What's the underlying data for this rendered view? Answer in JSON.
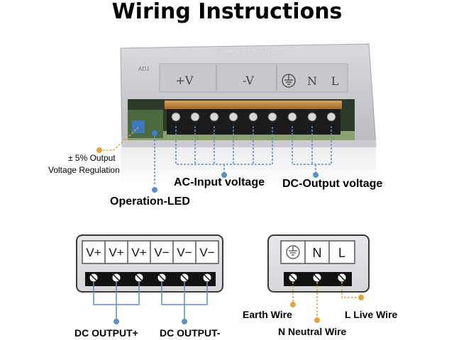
{
  "title": "Wiring Instructions",
  "unit": {
    "brand_text": "NOOTOWEI",
    "adj_text": "ADJ",
    "terminal_labels": [
      "+V",
      "-V",
      "earth-ground-symbol",
      "N",
      "L"
    ]
  },
  "callouts": {
    "voltage_regulation_line1": "± 5%  Output",
    "voltage_regulation_line2": "Voltage Regulation",
    "ac_input": "AC-Input voltage",
    "dc_output": "DC-Output voltage",
    "operation_led": "Operation-LED"
  },
  "dc_block": {
    "terminals": [
      "V+",
      "V+",
      "V+",
      "V−",
      "V−",
      "V−"
    ],
    "output_plus": "DC OUTPUT+",
    "output_minus": "DC OUTPUT-"
  },
  "ac_block": {
    "terminals": [
      "earth-ground-symbol",
      "N",
      "L"
    ],
    "earth_wire": "Earth Wire",
    "neutral_wire": "N Neutral Wire",
    "live_wire": "L Live Wire"
  },
  "colors": {
    "dc_wire": "#5b8fc9",
    "ac_wire": "#e8a23a",
    "terminal_bar": "#c08a3e",
    "led": "#3b7fd4"
  }
}
